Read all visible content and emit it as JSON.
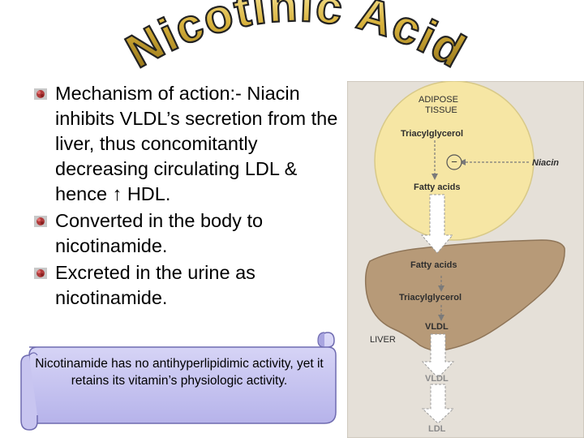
{
  "title": "Nicotinic Acid",
  "bullets": [
    "Mechanism of action:- Niacin inhibits VLDL’s secretion from the liver, thus concomitantly decreasing circulating LDL & hence ↑ HDL.",
    "Converted in the body to nicotinamide.",
    " Excreted in the urine as nicotinamide."
  ],
  "note": "Nicotinamide has no antihyperlipidimic activity, yet it retains its vitamin’s physiologic activity.",
  "figure": {
    "adipose_label_1": "ADIPOSE",
    "adipose_label_2": "TISSUE",
    "triacylglycerol_top": "Triacylglycerol",
    "minus": "−",
    "niacin": "Niacin",
    "fatty_acids_top": "Fatty acids",
    "fatty_acids_liver": "Fatty acids",
    "triacylglycerol_liver": "Triacylglycerol",
    "vldl_liver": "VLDL",
    "liver_label": "LIVER",
    "vldl_out": "VLDL",
    "ldl": "LDL"
  },
  "colors": {
    "adipose_fill": "#f6e6a4",
    "liver_fill": "#b79a78",
    "figure_bg": "#e5e0d8",
    "scroll_fill": "#c8c6f2",
    "title_gold": "#d4b040"
  }
}
